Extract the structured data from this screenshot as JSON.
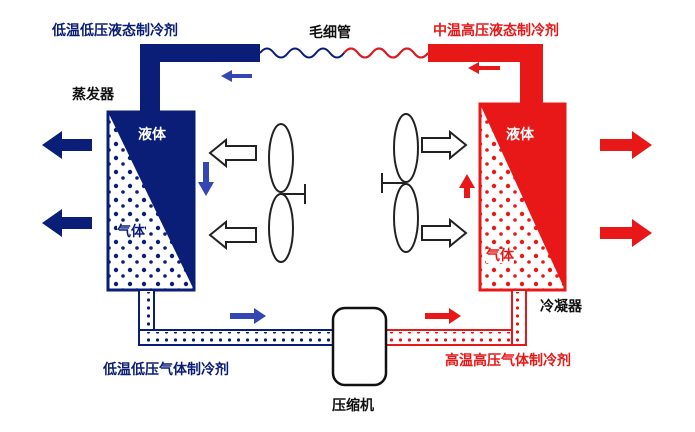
{
  "labels": {
    "low_liquid": "低温低压液态制冷剂",
    "capillary": "毛细管",
    "high_liquid": "中温高压液态制冷剂",
    "evaporator": "蒸发器",
    "liquid_left": "液体",
    "gas_left": "气体",
    "liquid_right": "液体",
    "gas_right": "气体",
    "condenser": "冷凝器",
    "low_gas": "低温低压气体制冷剂",
    "high_gas": "高温高压气体制冷剂",
    "compressor": "压缩机"
  },
  "colors": {
    "cold": "#0a1e78",
    "cold_arrow": "#3346b4",
    "hot": "#e81818",
    "outline": "#111111"
  }
}
